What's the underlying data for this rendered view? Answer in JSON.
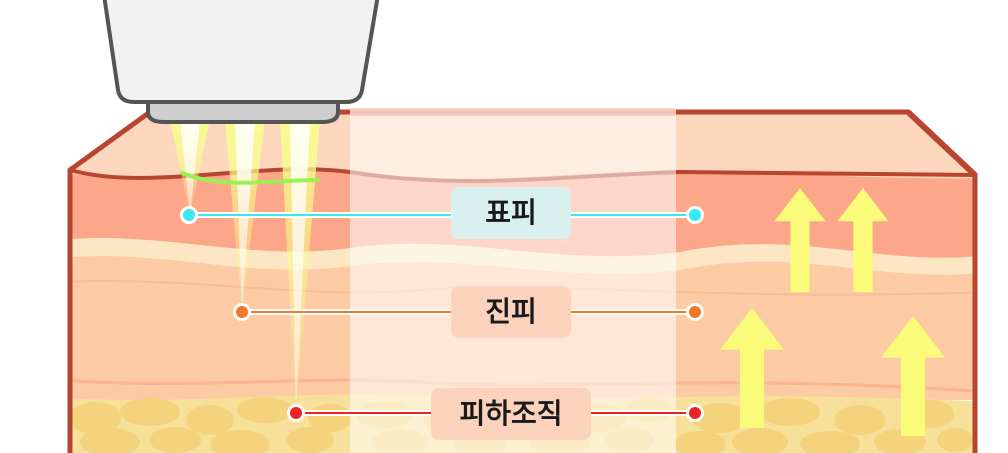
{
  "layers": [
    {
      "id": "epidermis",
      "label": "표피",
      "color": "#39e8f0",
      "badge_color": "#d8f1ee"
    },
    {
      "id": "dermis",
      "label": "진피",
      "color": "#f07a2a",
      "badge_color": "#fbd3bd"
    },
    {
      "id": "subcutis",
      "label": "피하조직",
      "color": "#e8261f",
      "badge_color": "#fbd3bd"
    }
  ],
  "colors": {
    "skin_outline": "#b8452f",
    "epidermis": "#fca68a",
    "dermis": "#fdcba3",
    "fat_base": "#f7e19a",
    "fat_cell": "#f5d27c",
    "arrow": "#fbfb7a",
    "device_body": "#f2f2f2",
    "device_tip": "#cfcfcf",
    "device_outline": "#555555"
  },
  "icons": [
    "ultrasound-device-icon",
    "lift-arrow-icon"
  ]
}
